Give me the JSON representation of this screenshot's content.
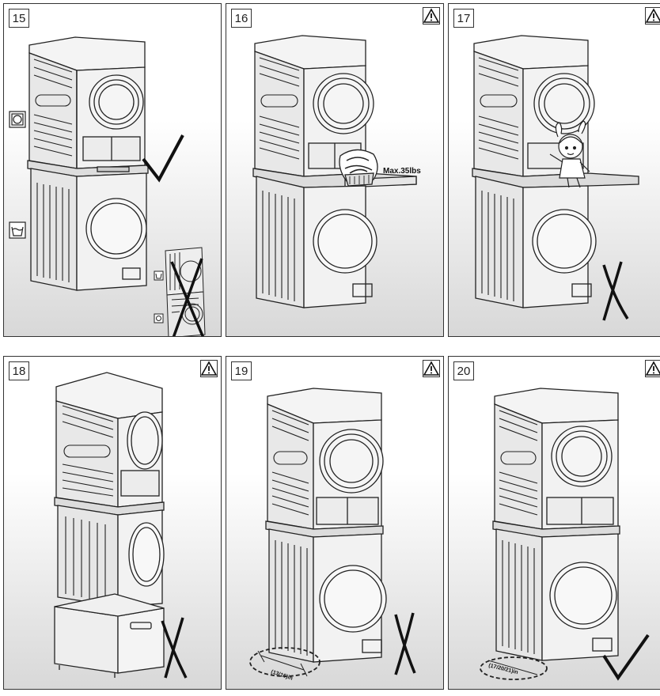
{
  "panels": [
    {
      "number": "15",
      "warning": false
    },
    {
      "number": "16",
      "warning": true,
      "label": "Max.35lbs"
    },
    {
      "number": "17",
      "warning": true
    },
    {
      "number": "18",
      "warning": true
    },
    {
      "number": "19",
      "warning": true,
      "label": "(13/16)in"
    },
    {
      "number": "20",
      "warning": true,
      "label": "(17/20/21)in"
    }
  ],
  "icons": {
    "dryer_symbol": "dryer-symbol-icon",
    "washer_symbol": "washer-symbol-icon",
    "correct_mark": "check-mark-icon",
    "wrong_mark": "cross-mark-icon",
    "warning": "warning-triangle-icon"
  }
}
